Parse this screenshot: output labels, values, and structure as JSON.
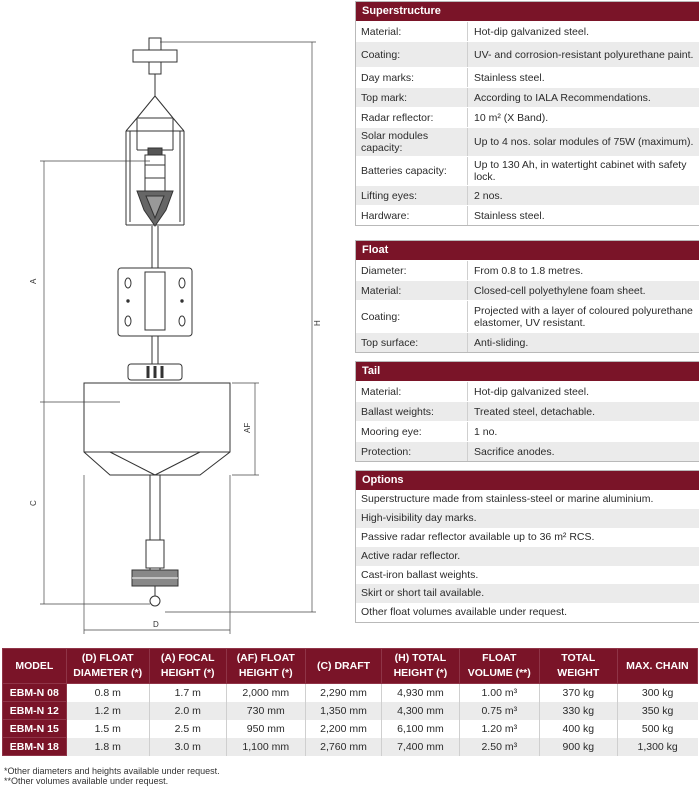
{
  "drawing": {
    "labels": {
      "A": "A",
      "AF": "AF",
      "C": "C",
      "H": "H",
      "D": "D"
    }
  },
  "superstructure": {
    "title": "Superstructure",
    "rows": [
      {
        "k": "Material:",
        "v": "Hot-dip galvanized steel."
      },
      {
        "k": "Coating:",
        "v": "UV- and corrosion-resistant polyurethane paint."
      },
      {
        "k": "Day marks:",
        "v": "Stainless steel."
      },
      {
        "k": "Top mark:",
        "v": "According to IALA Recommendations."
      },
      {
        "k": "Radar reflector:",
        "v": "10 m² (X Band)."
      },
      {
        "k": "Solar modules capacity:",
        "v": "Up to 4 nos. solar modules of 75W (maximum)."
      },
      {
        "k": "Batteries capacity:",
        "v": "Up to 130 Ah, in watertight cabinet with safety lock."
      },
      {
        "k": "Lifting eyes:",
        "v": "2 nos."
      },
      {
        "k": "Hardware:",
        "v": "Stainless steel."
      }
    ]
  },
  "float": {
    "title": "Float",
    "rows": [
      {
        "k": "Diameter:",
        "v": "From 0.8 to 1.8 metres."
      },
      {
        "k": "Material:",
        "v": "Closed-cell polyethylene foam sheet."
      },
      {
        "k": "Coating:",
        "v": "Projected with a layer of coloured polyurethane elastomer, UV resistant."
      },
      {
        "k": "Top surface:",
        "v": "Anti-sliding."
      }
    ]
  },
  "tail": {
    "title": "Tail",
    "rows": [
      {
        "k": "Material:",
        "v": "Hot-dip galvanized steel."
      },
      {
        "k": "Ballast weights:",
        "v": "Treated steel, detachable."
      },
      {
        "k": "Mooring eye:",
        "v": "1 no."
      },
      {
        "k": "Protection:",
        "v": "Sacrifice anodes."
      }
    ]
  },
  "options": {
    "title": "Options",
    "items": [
      "Superstructure made from stainless-steel or marine aluminium.",
      "High-visibility day marks.",
      "Passive radar reflector available up to 36 m² RCS.",
      "Active radar reflector.",
      "Cast-iron ballast weights.",
      "Skirt or short tail available.",
      "Other float volumes available under request."
    ]
  },
  "table": {
    "headers": [
      {
        "l1": "MODEL",
        "l2": ""
      },
      {
        "l1": "(D) FLOAT",
        "l2": "DIAMETER (*)"
      },
      {
        "l1": "(A) FOCAL",
        "l2": "HEIGHT (*)"
      },
      {
        "l1": "(AF) FLOAT",
        "l2": "HEIGHT (*)"
      },
      {
        "l1": "(C) DRAFT",
        "l2": ""
      },
      {
        "l1": "(H) TOTAL",
        "l2": "HEIGHT (*)"
      },
      {
        "l1": "FLOAT",
        "l2": "VOLUME (**)"
      },
      {
        "l1": "TOTAL",
        "l2": "WEIGHT"
      },
      {
        "l1": "MAX. CHAIN",
        "l2": ""
      }
    ],
    "rows": [
      [
        "EBM-N 08",
        "0.8 m",
        "1.7 m",
        "2,000 mm",
        "2,290 mm",
        "4,930 mm",
        "1.00 m³",
        "370 kg",
        "300 kg"
      ],
      [
        "EBM-N 12",
        "1.2 m",
        "2.0 m",
        "730 mm",
        "1,350 mm",
        "4,300 mm",
        "0.75 m³",
        "330 kg",
        "350 kg"
      ],
      [
        "EBM-N 15",
        "1.5 m",
        "2.5 m",
        "950 mm",
        "2,200 mm",
        "6,100 mm",
        "1.20 m³",
        "400 kg",
        "500 kg"
      ],
      [
        "EBM-N 18",
        "1.8 m",
        "3.0 m",
        "1,100 mm",
        "2,760 mm",
        "7,400 mm",
        "2.50 m³",
        "900 kg",
        "1,300 kg"
      ]
    ]
  },
  "notes": [
    "*Other diameters and heights available under request.",
    "**Other volumes available under request."
  ]
}
